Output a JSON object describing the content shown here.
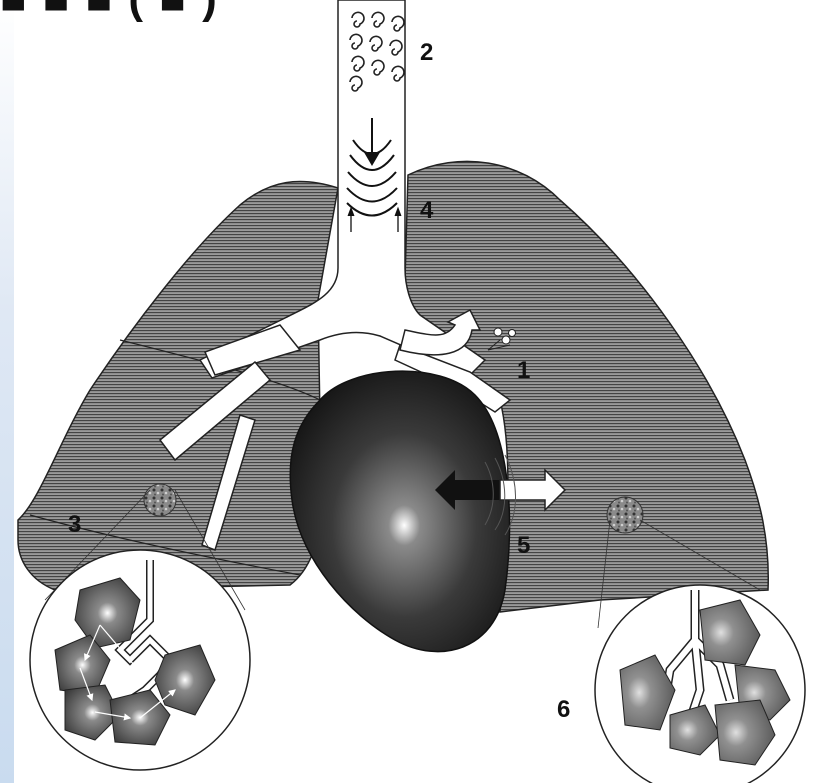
{
  "header": {
    "title_fragment": "■ ■ ■ ( ■ )"
  },
  "labels": {
    "l1": "1",
    "l2": "2",
    "l3": "3",
    "l4": "4",
    "l5": "5",
    "l6": "6"
  },
  "colors": {
    "lung": "#777777",
    "lung_line": "#555555",
    "heart": "#2a2a2a",
    "outline": "#222222"
  }
}
